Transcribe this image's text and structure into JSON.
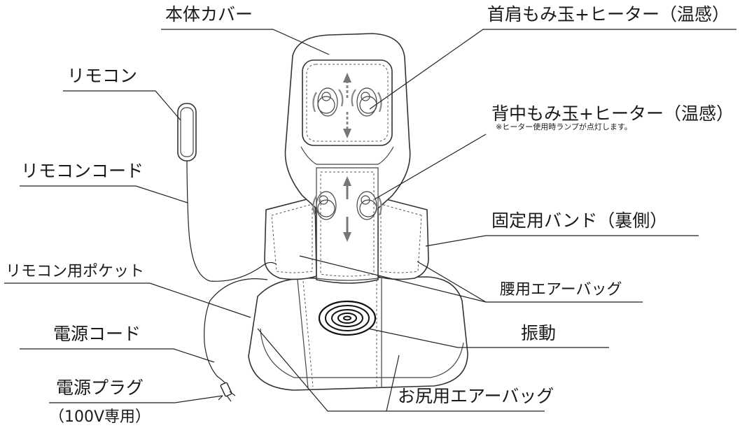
{
  "labels": {
    "body_cover": "本体カバー",
    "neck_shoulder_balls": "首肩もみ玉+ヒーター（温感）",
    "back_balls": "背中もみ玉+ヒーター（温感）",
    "heater_note": "※ヒーター使用時ランプが点灯します。",
    "remote": "リモコン",
    "remote_cord": "リモコンコード",
    "fixing_band": "固定用バンド（裏側）",
    "remote_pocket": "リモコン用ポケット",
    "waist_airbag": "腰用エアーバッグ",
    "power_cord": "電源コード",
    "vibration": "振動",
    "power_plug": "電源プラグ",
    "plug_note": "（100V専用）",
    "hip_airbag": "お尻用エアーバッグ"
  }
}
